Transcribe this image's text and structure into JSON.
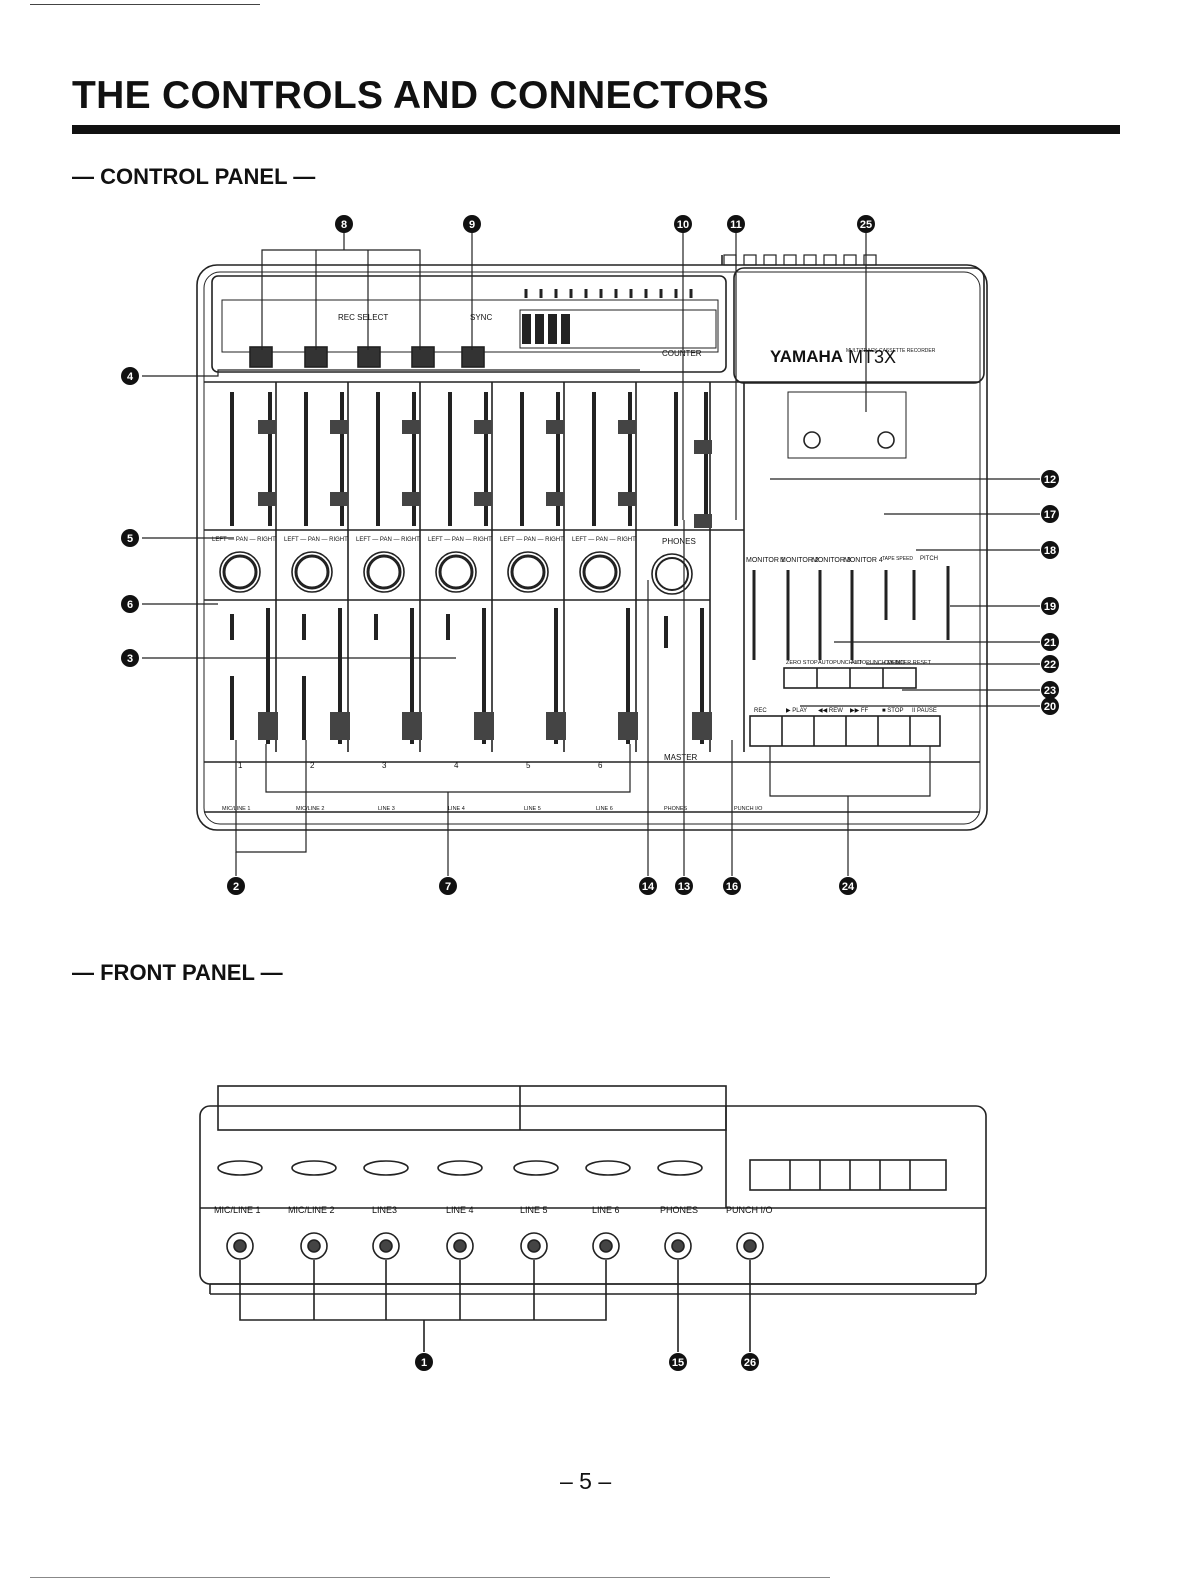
{
  "title": "THE CONTROLS AND CONNECTORS",
  "section_control": "— CONTROL PANEL —",
  "section_front": "— FRONT PANEL —",
  "page_number": "– 5 –",
  "brand": "YAMAHA",
  "model": "MT3X",
  "model_subtitle": "MULTITRACK CASSETTE RECORDER",
  "rec_select_label": "REC SELECT",
  "sync_label": "SYNC",
  "counter_label": "COUNTER",
  "phones_label": "PHONES",
  "master_label": "MASTER",
  "pan_label": "LEFT — PAN — RIGHT",
  "channel_numbers": [
    "1",
    "2",
    "3",
    "4",
    "5",
    "6"
  ],
  "top_inputs": [
    "MIC/LINE 1",
    "MIC/LINE 2",
    "LINE 3",
    "LINE 4",
    "LINE 5",
    "LINE 6",
    "PHONES",
    "PUNCH I/O"
  ],
  "front_inputs": [
    "MIC/LINE 1",
    "MIC/LINE 2",
    "LINE3",
    "LINE 4",
    "LINE 5",
    "LINE 6",
    "PHONES",
    "PUNCH I/O"
  ],
  "monitor_labels": [
    "MONITOR 1",
    "MONITOR 2",
    "MONITOR 3",
    "MONITOR 4"
  ],
  "tape_speed_label": "TAPE SPEED",
  "pitch_label": "PITCH",
  "function_buttons": [
    "ZERO STOP",
    "AUTOPUNCH I/O",
    "AUTOPUNCH MEMO",
    "COUNTER RESET"
  ],
  "transport_buttons": [
    "REC",
    "▶ PLAY",
    "◀◀ REW",
    "▶▶ FF",
    "■ STOP",
    "II PAUSE"
  ],
  "callouts": {
    "c1": "1",
    "c2": "2",
    "c3": "3",
    "c4": "4",
    "c5": "5",
    "c6": "6",
    "c7": "7",
    "c8": "8",
    "c9": "9",
    "c10": "10",
    "c11": "11",
    "c12": "12",
    "c13": "13",
    "c14": "14",
    "c15": "15",
    "c16": "16",
    "c17": "17",
    "c18": "18",
    "c19": "19",
    "c20": "20",
    "c21": "21",
    "c22": "22",
    "c23": "23",
    "c24": "24",
    "c25": "25",
    "c26": "26"
  }
}
